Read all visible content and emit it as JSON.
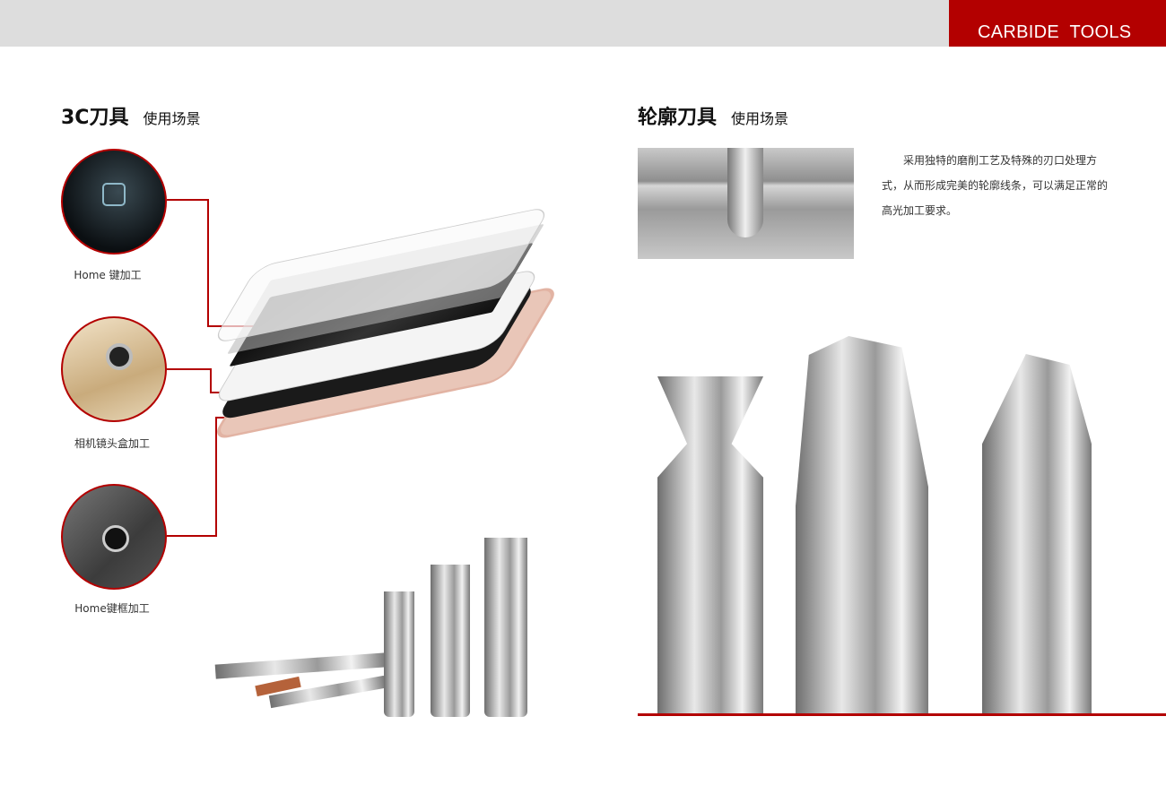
{
  "header": {
    "brand": "CARBIDE  TOOLS"
  },
  "left": {
    "title": "3C刀具",
    "subtitle": "使用场景",
    "items": [
      {
        "label": "Home 键加工"
      },
      {
        "label": "相机镜头盒加工"
      },
      {
        "label": "Home键框加工"
      }
    ]
  },
  "right": {
    "title": "轮廓刀具",
    "subtitle": "使用场景",
    "description": "采用独特的磨削工艺及特殊的刃口处理方式，从而形成完美的轮廓线条，可以满足正常的高光加工要求。"
  },
  "colors": {
    "accent": "#b30000",
    "band": "#dddddd"
  }
}
